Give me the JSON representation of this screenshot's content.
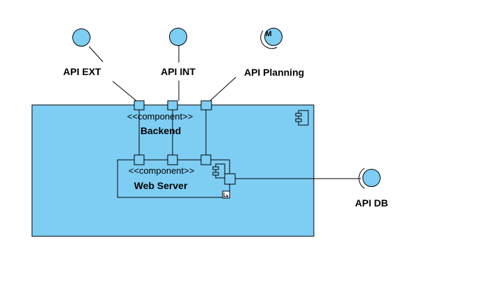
{
  "colors": {
    "fill": "#7ecef4",
    "stroke": "#000000",
    "background": "#ffffff"
  },
  "interfaces": {
    "api_ext": {
      "label": "API EXT",
      "icon": "provided-interface-icon"
    },
    "api_int": {
      "label": "API INT",
      "icon": "provided-interface-icon"
    },
    "api_planning": {
      "label": "API Planning",
      "icon": "required-interface-icon",
      "marker": "M"
    },
    "api_db": {
      "label": "API DB",
      "icon": "required-interface-icon"
    }
  },
  "components": {
    "backend": {
      "stereotype": "<<component>>",
      "name": "Backend",
      "icon": "component-icon"
    },
    "web_server": {
      "stereotype": "<<component>>",
      "name": "Web Server",
      "icon": "component-icon"
    }
  }
}
